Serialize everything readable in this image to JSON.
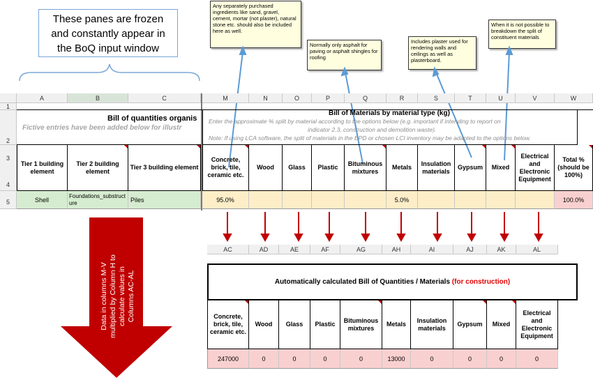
{
  "frozen_note": {
    "line1": "These panes are frozen",
    "line2": "and constantly appear in",
    "line3": "the BoQ input window"
  },
  "callouts": {
    "m": "Any separately purchased ingredients like sand, gravel, cement, mortar (not plaster), natural stone etc. should also be included here as well.",
    "q": "Normally only asphalt for paving or asphalt shingles for roofing",
    "t": "Includes plaster used for rendering walls and ceilings as well as plasterboard.",
    "u": "When it is not possible to breakdown the split of constituent materials"
  },
  "columns": [
    "A",
    "B",
    "C",
    "M",
    "N",
    "O",
    "P",
    "Q",
    "R",
    "S",
    "T",
    "U",
    "V",
    "W"
  ],
  "rows": [
    "1",
    "2",
    "3",
    "4",
    "5"
  ],
  "left_title": "Bill of quantities organis",
  "left_subtitle": "Fictive entries have been added below for illustr",
  "right_title": "Bill of Materials by material type (kg)",
  "right_note1": "Enter the approximate % split by material according to the options below (e.g. important if intending to report on",
  "right_note2": "indicator 2.3, construction and demolition waste).",
  "right_note3": "Note: If using LCA software, the split of materials in the EPD or chosen LCI inventory may be adapted to the options below.",
  "tier_headers": [
    "Tier 1 building element",
    "Tier 2 building element",
    "Tier 3 building element"
  ],
  "material_headers": [
    "Concrete, brick, tile, ceramic etc.",
    "Wood",
    "Glass",
    "Plastic",
    "Bituminous mixtures",
    "Metals",
    "Insulation materials",
    "Gypsum",
    "Mixed",
    "Electrical and Electronic Equipment",
    "Total % (should be 100%)"
  ],
  "row5": {
    "tier1": "Shell",
    "tier2": "Foundations_substructure",
    "tier3": "Piles",
    "values": [
      "95.0%",
      "",
      "",
      "",
      "",
      "5.0%",
      "",
      "",
      "",
      "",
      "100.0%"
    ]
  },
  "big_arrow_text": "Data in columns M-V multiplied by Column H to calculate values in Columns AC-AL",
  "lower_columns": [
    "AC",
    "AD",
    "AE",
    "AF",
    "AG",
    "AH",
    "AI",
    "AJ",
    "AK",
    "AL"
  ],
  "lower_title": "Automatically calculated Bill of Quantities / Materials",
  "lower_title_red": "(for construction)",
  "lower_headers": [
    "Concrete, brick, tile, ceramic etc.",
    "Wood",
    "Glass",
    "Plastic",
    "Bituminous mixtures",
    "Metals",
    "Insulation materials",
    "Gypsum",
    "Mixed",
    "Electrical and Electronic Equipment"
  ],
  "lower_values": [
    "247000",
    "0",
    "0",
    "0",
    "0",
    "13000",
    "0",
    "0",
    "0",
    "0"
  ],
  "colors": {
    "green_fill": "#d6ecd0",
    "yellow_fill": "#fdeec8",
    "pink_fill": "#f9d0d0",
    "red_arrow": "#c00000",
    "blue_pointer": "#5b9bd5"
  }
}
